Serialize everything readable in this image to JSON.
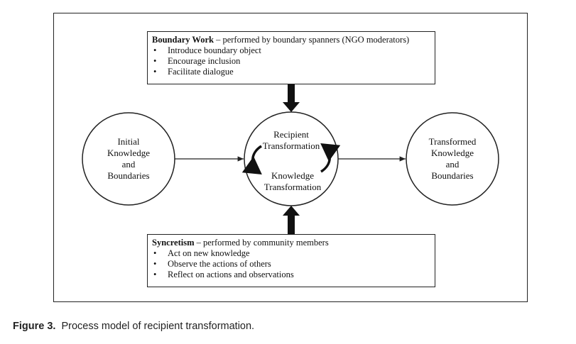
{
  "top_box": {
    "title": "Boundary Work",
    "subtitle": " – performed by boundary spanners (NGO moderators)",
    "items": [
      "Introduce boundary object",
      "Encourage inclusion",
      "Facilitate dialogue"
    ]
  },
  "bottom_box": {
    "title": "Syncretism",
    "subtitle": " – performed by community members",
    "items": [
      "Act on new knowledge",
      "Observe the actions of others",
      "Reflect on actions and observations"
    ]
  },
  "left_circle": {
    "lines": [
      "Initial",
      "Knowledge",
      "and",
      "Boundaries"
    ]
  },
  "center_circle": {
    "top_lines": [
      "Recipient",
      "Transformation"
    ],
    "bottom_lines": [
      "Knowledge",
      "Transformation"
    ]
  },
  "right_circle": {
    "lines": [
      "Transformed",
      "Knowledge",
      "and",
      "Boundaries"
    ]
  },
  "caption": {
    "label": "Figure 3.",
    "text": "  Process model of recipient transformation."
  }
}
